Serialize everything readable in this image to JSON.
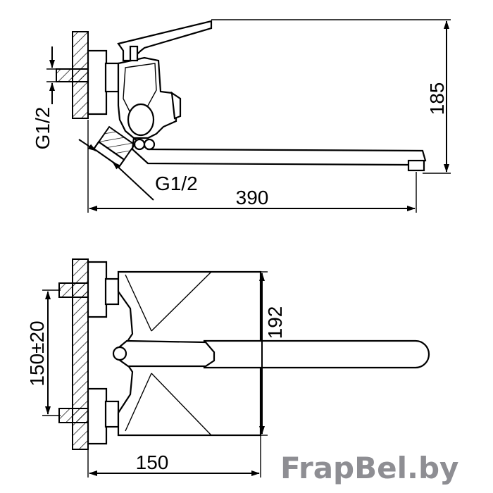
{
  "dimensions": {
    "top_height": "185",
    "top_length": "390",
    "thread_side": "G1/2",
    "thread_bottom": "G1/2",
    "front_height": "192",
    "center_distance": "150±20",
    "front_depth": "150"
  },
  "watermark": "FrapBel.by"
}
